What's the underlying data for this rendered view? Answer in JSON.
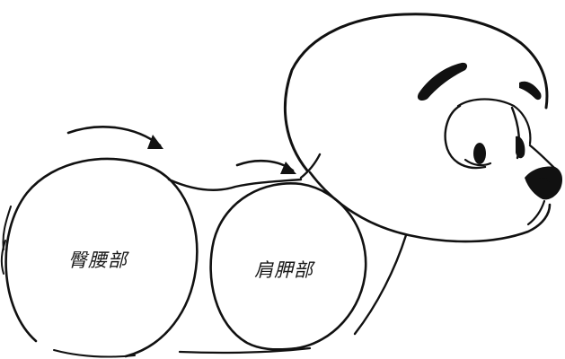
{
  "diagram": {
    "regions": [
      {
        "id": "hip",
        "label": "臀腰部"
      },
      {
        "id": "shoulder",
        "label": "肩胛部"
      }
    ],
    "arrows": [
      {
        "id": "hip-arrow"
      },
      {
        "id": "shoulder-arrow"
      }
    ]
  },
  "colors": {
    "ink": "#111111",
    "paper": "#ffffff"
  }
}
